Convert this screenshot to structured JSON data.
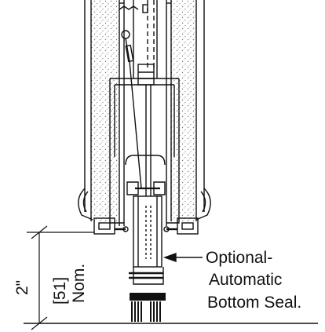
{
  "drawing": {
    "dimension": {
      "value_in": "2\"",
      "value_mm": "[51]",
      "qualifier": "Nom."
    },
    "callout": {
      "line1": "Optional-",
      "line2": "Automatic",
      "line3": "Bottom Seal."
    },
    "colors": {
      "line": "#111111",
      "insulation_dot": "#777777",
      "background": "#ffffff"
    }
  }
}
